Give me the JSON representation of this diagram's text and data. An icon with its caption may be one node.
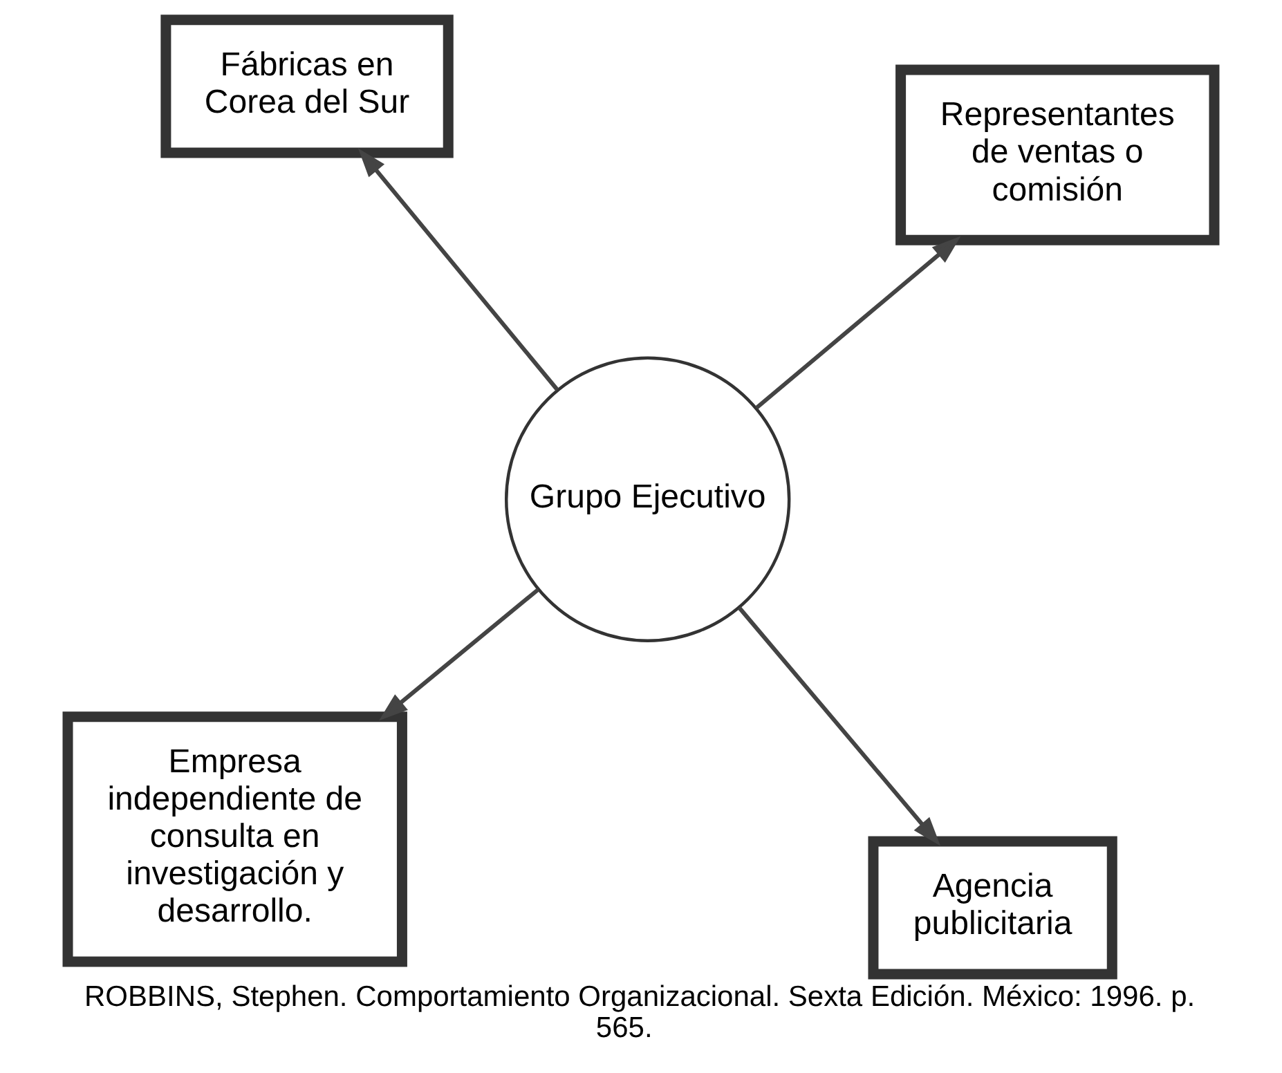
{
  "diagram": {
    "caption": "ROBBINS, Stephen. Comportamiento Organizacional. Sexta Edición. México: 1996. p. 565.",
    "nodes": [
      {
        "text": [
          "Empresa independiente de consulta en investigación y desarrollo."
        ]
      },
      {
        "text": [
          "Agencia publicitaria"
        ]
      },
      {
        "text": [
          "Grupo Ejecutivo"
        ]
      },
      {
        "text": [
          "Fábricas en Corea del Sur"
        ]
      },
      {
        "text": [
          "Representantes de ventas o comisión"
        ]
      }
    ],
    "edges": [
      {
        "from": 2,
        "to": 0,
        "arrow": "to"
      },
      {
        "from": 2,
        "to": 1,
        "arrow": "to"
      },
      {
        "from": 2,
        "to": 3,
        "arrow": "to"
      },
      {
        "from": 2,
        "to": 4,
        "arrow": "to"
      }
    ]
  }
}
